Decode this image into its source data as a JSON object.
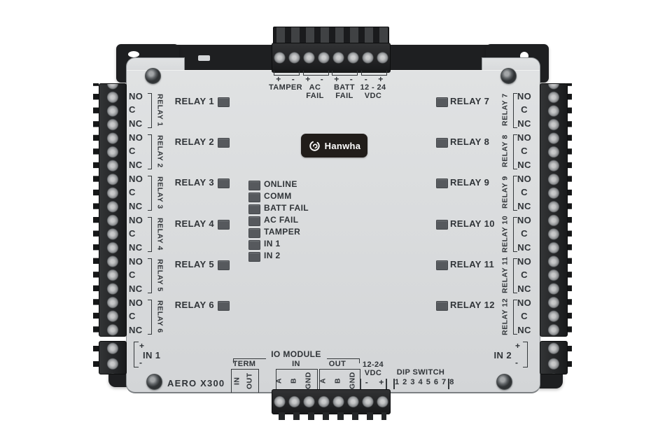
{
  "device": {
    "brand_logo": "Hanwha",
    "model": "AERO X300"
  },
  "colors": {
    "panel": "#d9dbdd",
    "plate": "#1e1f21",
    "ink": "#303438",
    "led": "#56595d",
    "logo_bg": "#211d1a"
  },
  "top_connector": {
    "groups": [
      {
        "l1": "TAMPER",
        "l2": "",
        "p1": "+",
        "p2": "-"
      },
      {
        "l1": "AC",
        "l2": "FAIL",
        "p1": "+",
        "p2": "-"
      },
      {
        "l1": "BATT",
        "l2": "FAIL",
        "p1": "+",
        "p2": "-"
      },
      {
        "l1": "12 - 24",
        "l2": "VDC",
        "p1": "-",
        "p2": "+"
      }
    ]
  },
  "relays_left": [
    {
      "name": "RELAY 1",
      "pins": [
        "NO",
        "C",
        "NC"
      ]
    },
    {
      "name": "RELAY 2",
      "pins": [
        "NO",
        "C",
        "NC"
      ]
    },
    {
      "name": "RELAY 3",
      "pins": [
        "NO",
        "C",
        "NC"
      ]
    },
    {
      "name": "RELAY 4",
      "pins": [
        "NO",
        "C",
        "NC"
      ]
    },
    {
      "name": "RELAY 5",
      "pins": [
        "NO",
        "C",
        "NC"
      ]
    },
    {
      "name": "RELAY 6",
      "pins": [
        "NO",
        "C",
        "NC"
      ]
    }
  ],
  "relays_right": [
    {
      "name": "RELAY 7",
      "pins": [
        "NO",
        "C",
        "NC"
      ]
    },
    {
      "name": "RELAY 8",
      "pins": [
        "NO",
        "C",
        "NC"
      ]
    },
    {
      "name": "RELAY 9",
      "pins": [
        "NO",
        "C",
        "NC"
      ]
    },
    {
      "name": "RELAY 10",
      "pins": [
        "NO",
        "C",
        "NC"
      ]
    },
    {
      "name": "RELAY 11",
      "pins": [
        "NO",
        "C",
        "NC"
      ]
    },
    {
      "name": "RELAY 12",
      "pins": [
        "NO",
        "C",
        "NC"
      ]
    }
  ],
  "status_leds": [
    "ONLINE",
    "COMM",
    "BATT FAIL",
    "AC FAIL",
    "TAMPER",
    "IN 1",
    "IN 2"
  ],
  "inputs": {
    "in1": {
      "label": "IN 1",
      "plus": "+",
      "minus": "-"
    },
    "in2": {
      "label": "IN 2",
      "plus": "+",
      "minus": "-"
    }
  },
  "io": {
    "title": "IO MODULE",
    "term": {
      "label": "TERM",
      "pins": [
        "IN",
        "OUT"
      ]
    },
    "in": {
      "label": "IN",
      "pins": [
        "A",
        "B",
        "GND"
      ]
    },
    "out": {
      "label": "OUT",
      "pins": [
        "A",
        "B",
        "GND"
      ]
    },
    "vdc": {
      "l1": "12-24",
      "l2": "VDC",
      "p1": "-",
      "p2": "+"
    },
    "dip": {
      "label": "DIP SWITCH",
      "numbers": "1 2 3 4 5 6 7 8"
    }
  }
}
